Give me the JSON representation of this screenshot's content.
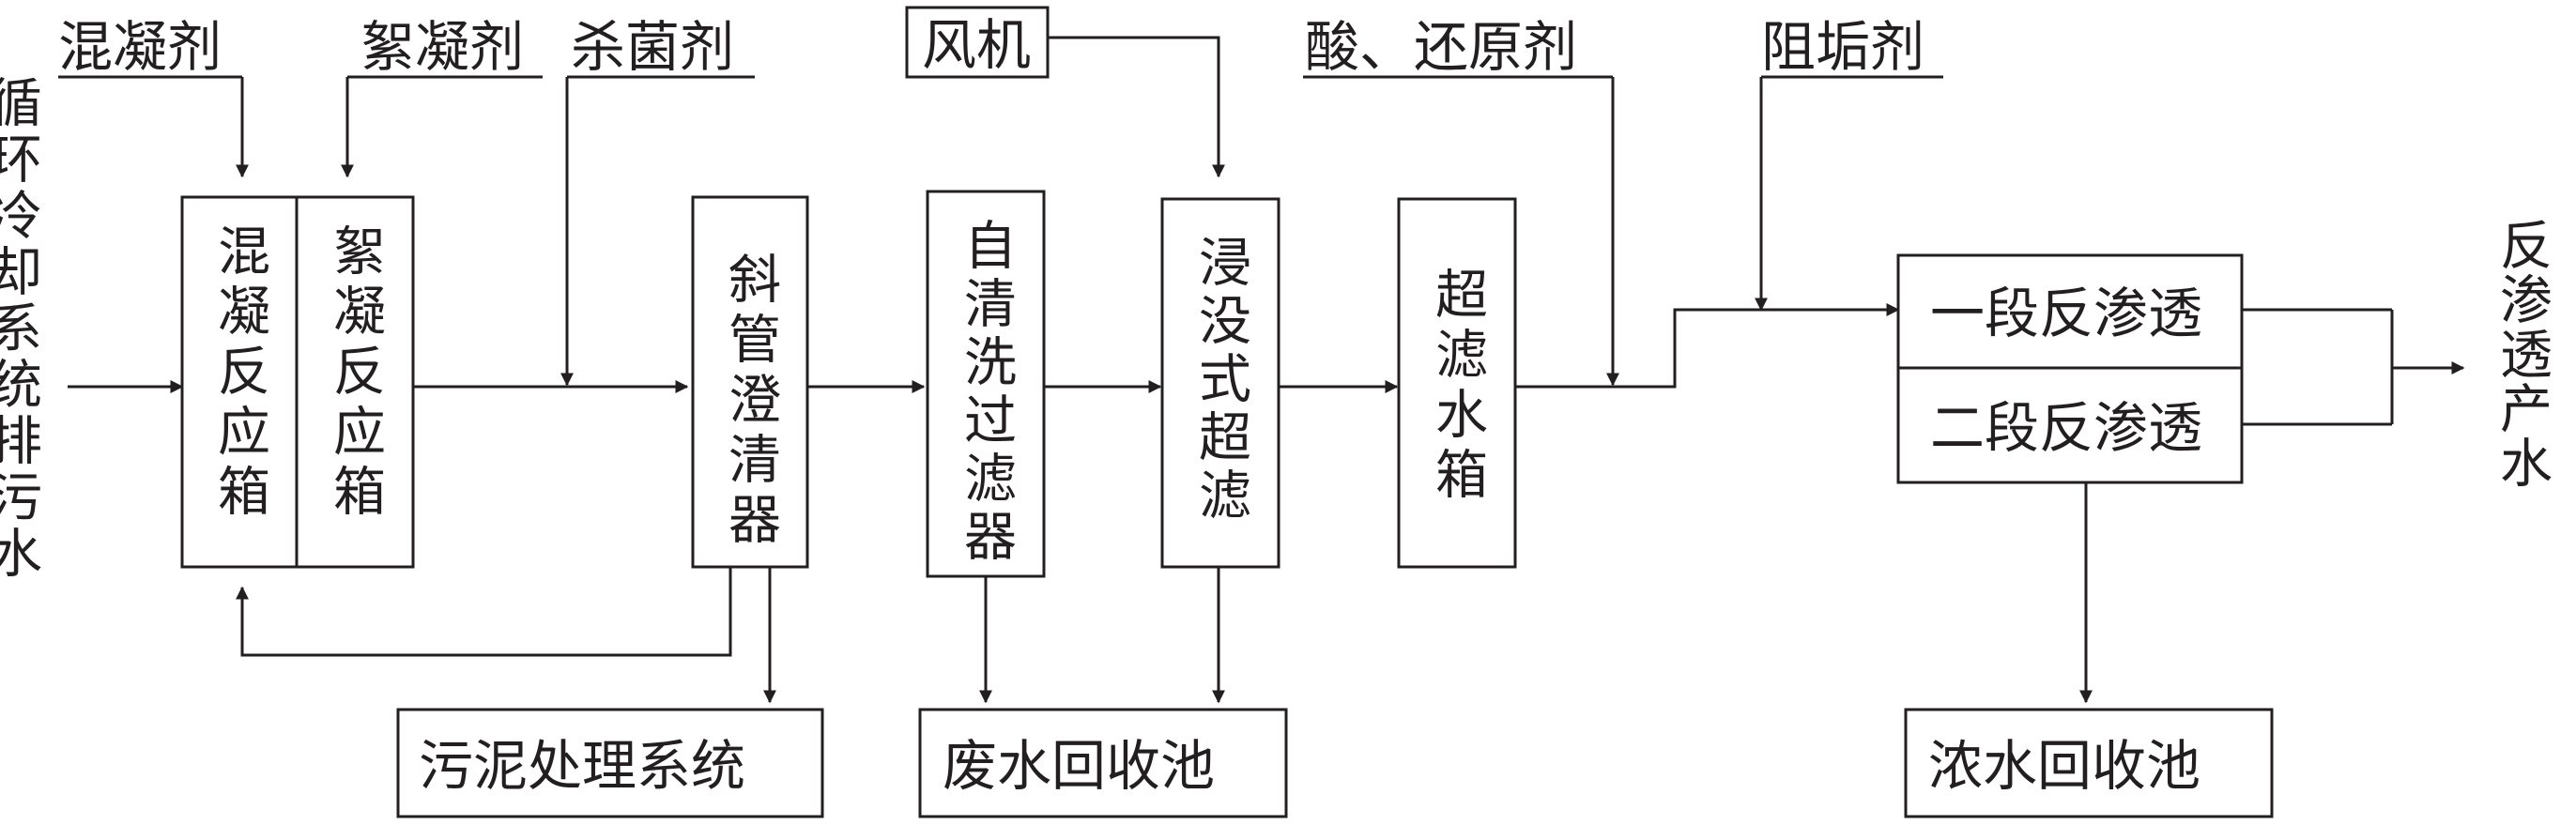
{
  "diagram": {
    "input_label": "循环冷却系统排污水",
    "output_label": "反渗透产水",
    "chemicals": {
      "coagulant": "混凝剂",
      "flocculant": "絮凝剂",
      "bactericide": "杀菌剂",
      "blower": "风机",
      "acid_reductant": "酸、还原剂",
      "antiscalant": "阻垢剂"
    },
    "units": {
      "coagulation_tank": "混凝反应箱",
      "flocculation_tank": "絮凝反应箱",
      "inclined_tube_clarifier": "斜管澄清器",
      "self_cleaning_filter": "自清洗过滤器",
      "submerged_uf": "浸没式超滤",
      "uf_water_tank": "超滤水箱",
      "ro_stage1": "一段反渗透",
      "ro_stage2": "二段反渗透"
    },
    "destinations": {
      "sludge_treatment": "污泥处理系统",
      "wastewater_pool": "废水回收池",
      "concentrate_pool": "浓水回收池"
    }
  }
}
